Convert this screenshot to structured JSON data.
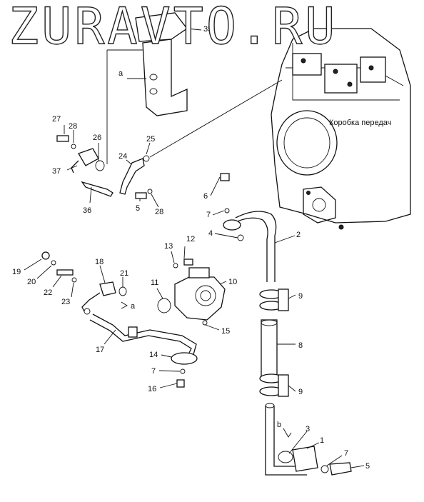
{
  "watermark": {
    "text": "ZURAVTO.RU"
  },
  "labels": {
    "gearbox": "Коробка передач",
    "p35": "35",
    "a_top": "a",
    "p27": "27",
    "p28a": "28",
    "p26": "26",
    "p25": "25",
    "p24": "24",
    "p37": "37",
    "p36": "36",
    "p5a": "5",
    "p28b": "28",
    "p6": "6",
    "p7a": "7",
    "p4": "4",
    "p2": "2",
    "p12": "12",
    "p13": "13",
    "p10": "10",
    "p11": "11",
    "p18": "18",
    "p19": "19",
    "p20": "20",
    "p22": "22",
    "p21": "21",
    "p23": "23",
    "a_mid": "a",
    "p9a": "9",
    "p8": "8",
    "p9b": "9",
    "p15": "15",
    "p17": "17",
    "p14": "14",
    "p7b": "7",
    "p16": "16",
    "b": "b",
    "p3": "3",
    "p1": "1",
    "p7c": "7",
    "p5b": "5"
  }
}
